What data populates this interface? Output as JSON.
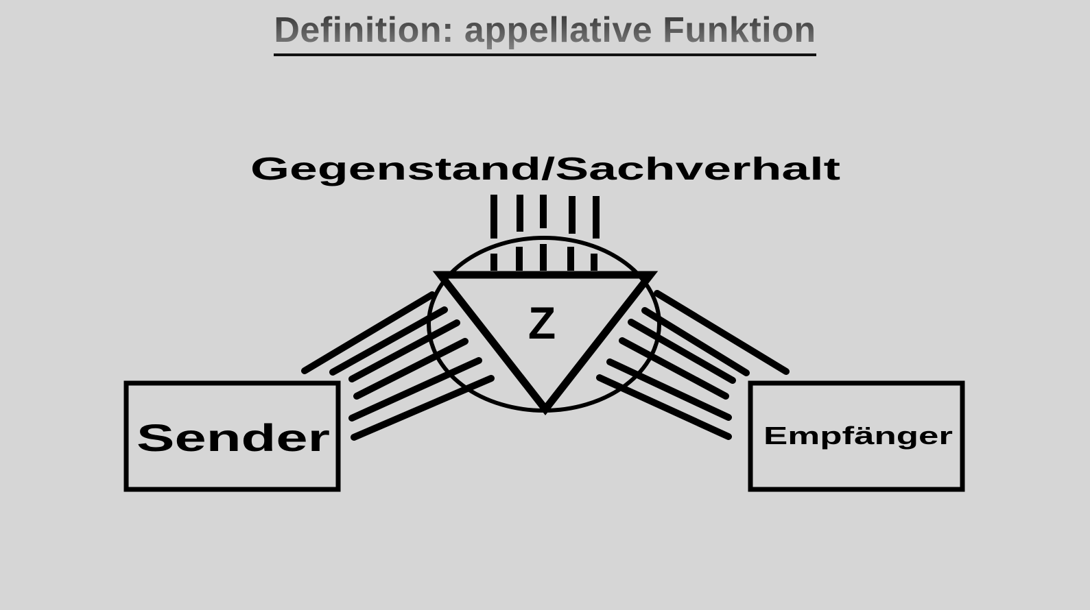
{
  "slide": {
    "title": "Definition: appellative Funktion",
    "background_color": "#d6d6d6"
  },
  "diagram": {
    "type": "organon-model",
    "object_label": "Gegenstand/Sachverhalt",
    "sign_label": "Z",
    "sender_label": "Sender",
    "receiver_label": "Empfänger",
    "line_color": "#000000"
  }
}
